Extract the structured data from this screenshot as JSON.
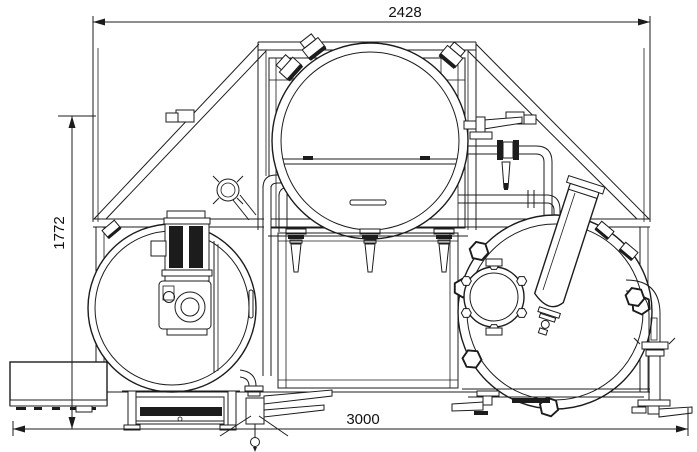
{
  "drawing": {
    "type": "technical-elevation-drawing",
    "background_color": "#ffffff",
    "line_color": "#1c1c1c",
    "dimensions": {
      "top_width": "2428",
      "left_height": "1772",
      "bottom_width": "3000"
    },
    "components": [
      "support-frame-with-diagonal-braces",
      "upper-center-tank",
      "lower-left-tank-with-gear-motor",
      "lower-right-tank-with-manhole-and-fill-pipe",
      "control-cabinet",
      "under-tank-nozzle-manifold",
      "butterfly-valve-cluster",
      "sanitary-clamp-fittings",
      "drain-valve-cluster",
      "right-discharge-pipe",
      "leveling-feet"
    ]
  }
}
